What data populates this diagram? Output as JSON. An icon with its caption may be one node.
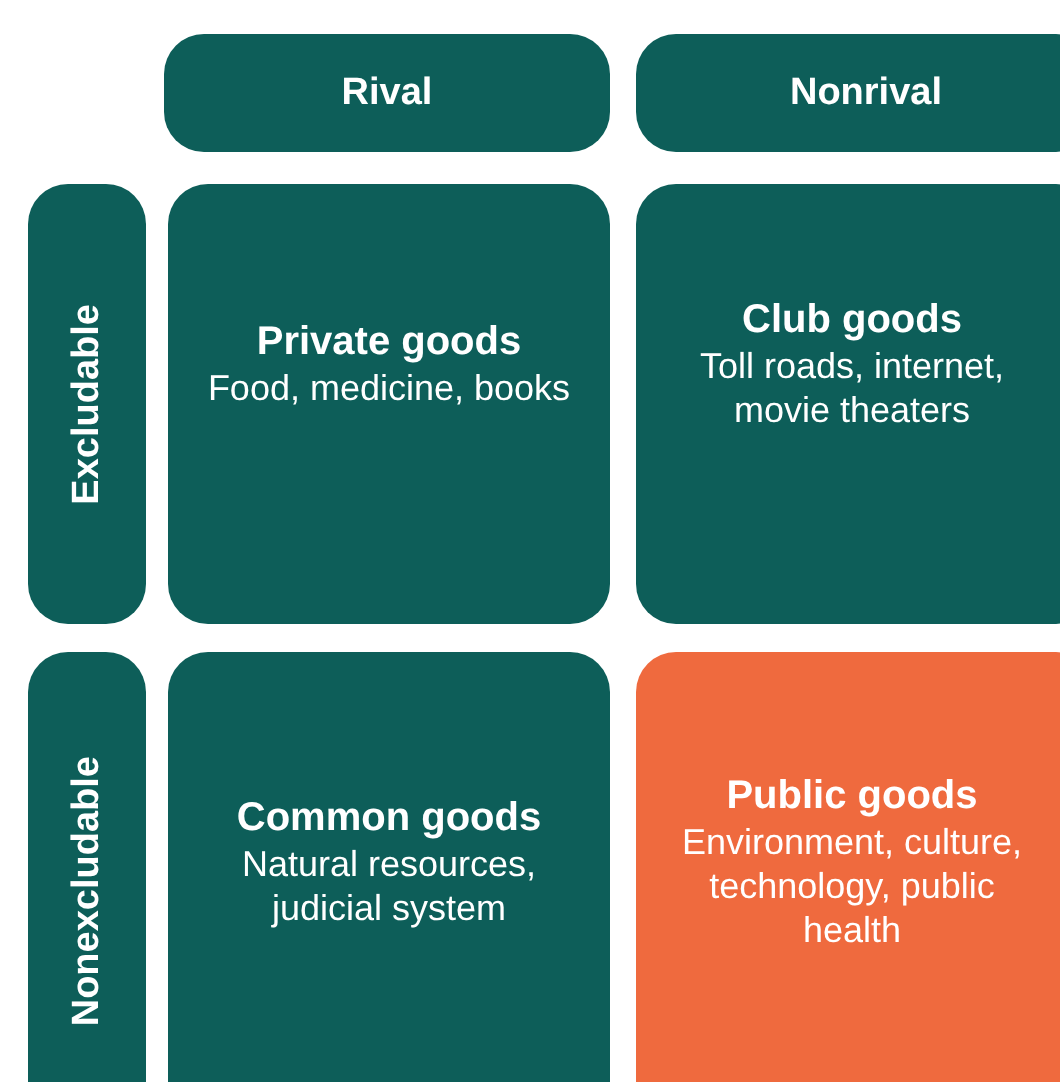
{
  "diagram": {
    "nodes": [
      {
        "text": [
          "Rival"
        ]
      },
      {
        "text": [
          "Nonrival"
        ]
      },
      {
        "text": [
          "Excludable"
        ]
      },
      {
        "text": [
          "Private goods",
          "Food, medicine, books"
        ]
      },
      {
        "text": [
          "Club goods",
          "Toll roads, internet, movie theaters"
        ]
      },
      {
        "text": [
          "Nonexcludable"
        ]
      },
      {
        "text": [
          "Common goods",
          "Natural resources, judicial system"
        ]
      },
      {
        "text": [
          "Public goods",
          "Environment, culture, technology, public health"
        ]
      }
    ]
  }
}
